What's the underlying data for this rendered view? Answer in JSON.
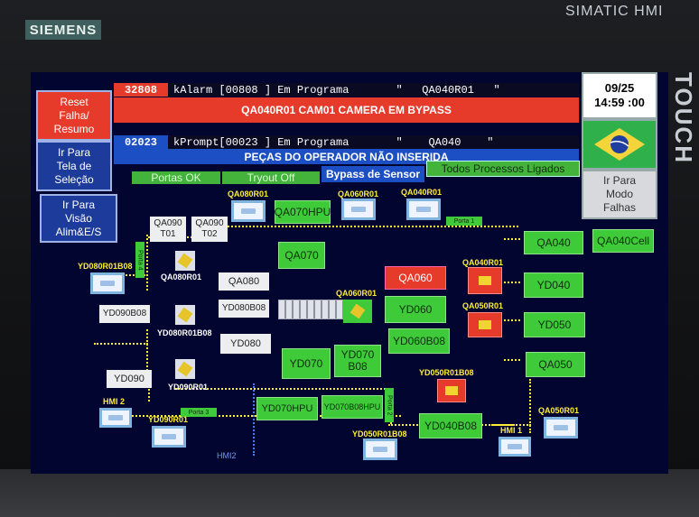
{
  "device": {
    "brand": "SIEMENS",
    "model": "SIMATIC HMI",
    "side_label": "TOUCH"
  },
  "header": {
    "buttons": {
      "reset": "Reset\nFalha/\nResumo",
      "selection": "Ir Para\nTela de\nSeleção",
      "io_view": "Ir Para\nVisão\nAlim&E/S"
    },
    "alarm": {
      "code": "32808",
      "line": "kAlarm [00808 ] Em Programa",
      "station": "\"   QA040R01   \"",
      "message": "QA040R01 CAM01 CAMERA EM BYPASS"
    },
    "prompt": {
      "code": "02023",
      "line": "kPrompt[00023 ] Em Programa",
      "station": "\"    QA040    \"",
      "message": "PEÇAS DO OPERADOR NÃO INSERIDA"
    },
    "status": {
      "doors": "Portas OK",
      "tryout": "Tryout Off",
      "bypass": "Bypass de Sensor",
      "processes": "Todos Processos Ligados"
    },
    "date": "09/25",
    "time": "14:59 :00",
    "fault_mode": "Ir Para\nModo\nFalhas"
  },
  "layout": {
    "gates": {
      "g1": "Porta 1",
      "g2": "Porta 2",
      "g3": "Porta 3",
      "g4": "Porta 4"
    },
    "hmi": {
      "hmi1": "HMI 1",
      "hmi2": "HMI 2",
      "hmi12": "HMI2"
    },
    "labels": {
      "qa080r01": "QA080R01",
      "qa060r01_top": "QA060R01",
      "qa040r01_top": "QA040R01",
      "yd080r01b08": "YD080R01B08",
      "qa080r01_robot": "QA080R01",
      "yd080r01b08_robot": "YD080R01B08",
      "yd090r01": "YD090R01",
      "qa060r01_robot": "QA060R01",
      "qa040r01_robot": "QA040R01",
      "qa050r01_robot": "QA050R01",
      "yd050r01b08_robot": "YD050R01B08",
      "yd090r01_dev": "YD090R01",
      "yd050r01b08_dev": "YD050R01B08",
      "qa050r01_dev": "QA050R01"
    },
    "stations": {
      "qa070hpu": "QA070HPU",
      "qa070": "QA070",
      "qa060": "QA060",
      "yd060": "YD060",
      "yd060b08": "YD060B08",
      "yd070": "YD070",
      "yd070b08": "YD070\nB08",
      "yd070hpu": "YD070HPU",
      "yd070b08hpu": "YD070B08HPU",
      "yd040b08": "YD040B08",
      "qa040": "QA040",
      "qa040cell": "QA040Cell",
      "yd040": "YD040",
      "yd050": "YD050",
      "qa050": "QA050",
      "qa090t01": "QA090\nT01",
      "qa090t02": "QA090\nT02",
      "qa080": "QA080",
      "yd080b08": "YD080B08",
      "yd080": "YD080",
      "yd090b08": "YD090B08",
      "yd090": "YD090"
    }
  }
}
